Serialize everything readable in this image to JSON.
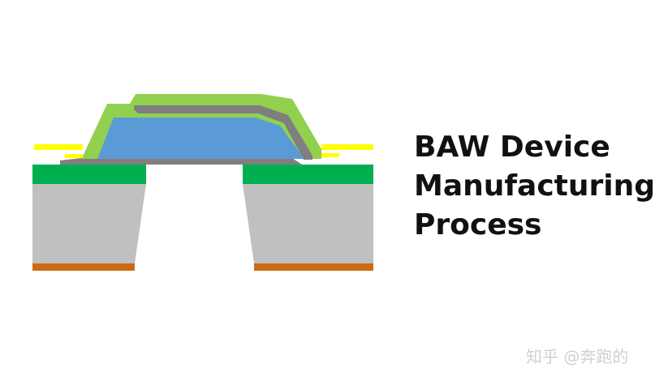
{
  "title_lines": [
    "BAW Device",
    "Manufacturing",
    "Process"
  ],
  "watermark": "知乎 @奔跑的",
  "colors": {
    "substrate": "#c0c0c0",
    "support_layer": "#00b050",
    "bottom_metal": "#cc6a14",
    "piezo": "#5b9bd5",
    "electrode": "#7f7f7f",
    "passivation": "#92d050",
    "pad": "#ffff00",
    "text": "#111111"
  }
}
